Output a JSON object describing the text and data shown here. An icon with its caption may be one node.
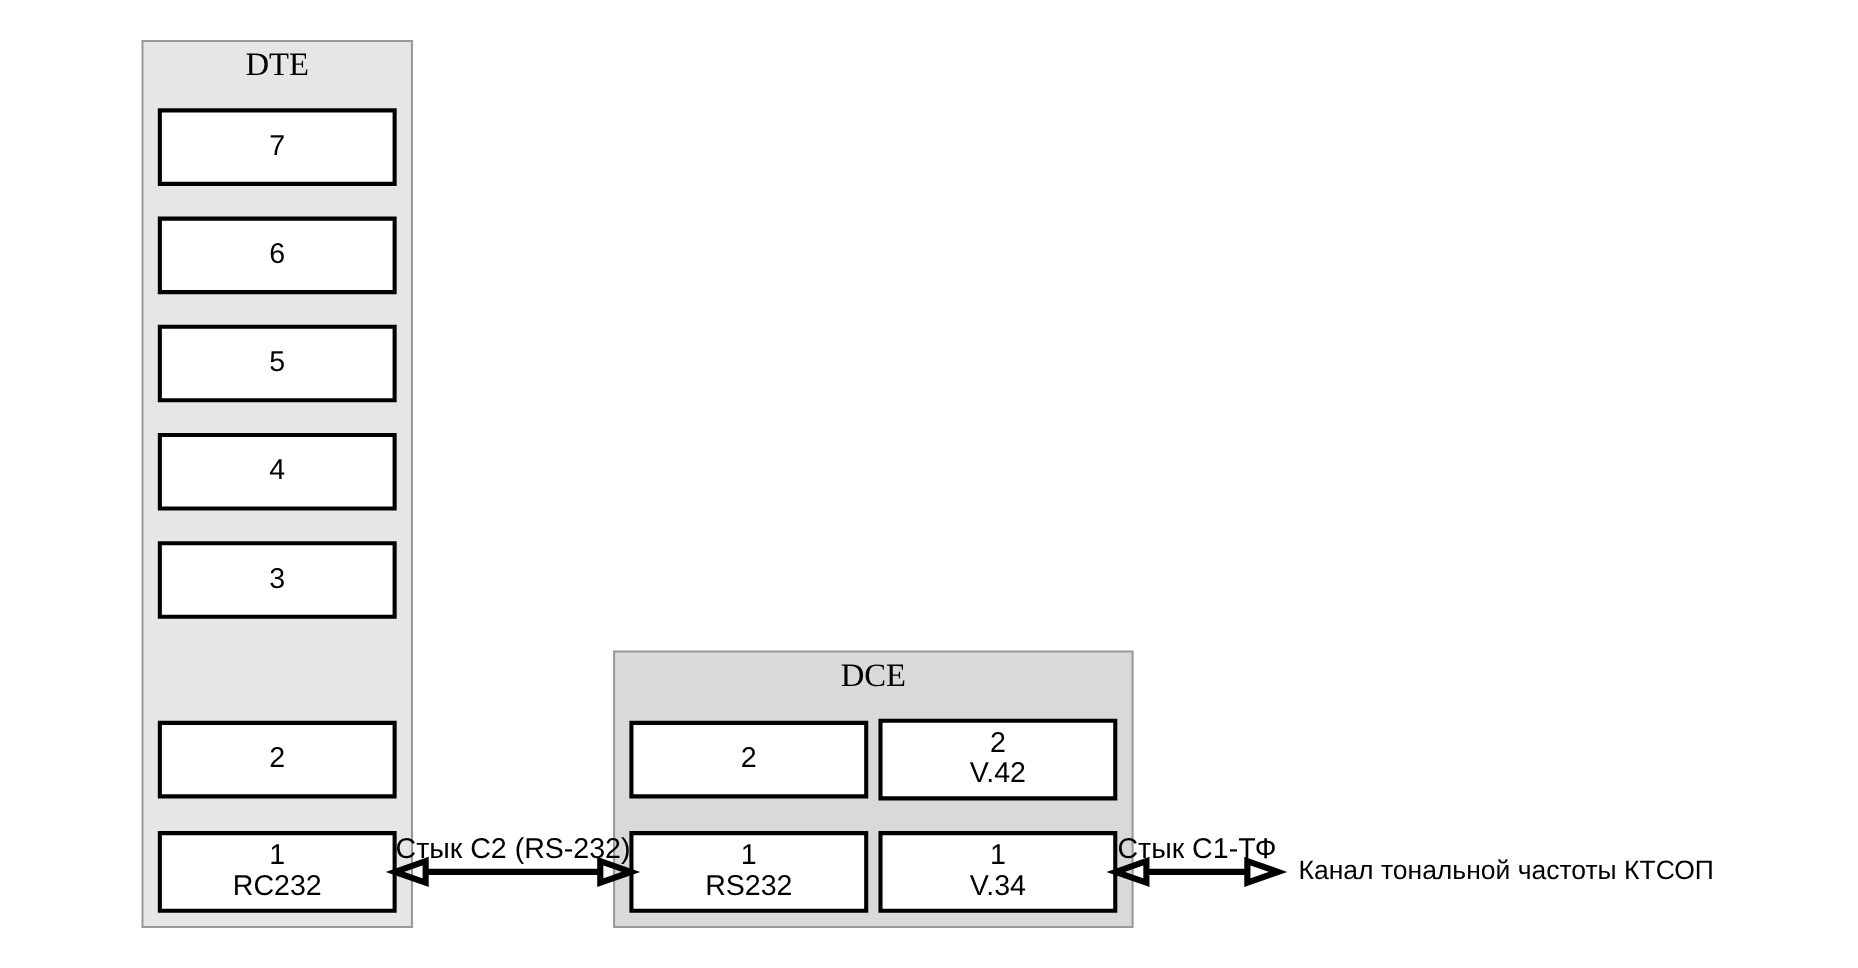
{
  "diagram": {
    "nodes": [
      {
        "text": [
          "DTE"
        ]
      },
      {
        "text": [
          "7"
        ],
        "in": 0
      },
      {
        "text": [
          "6"
        ],
        "in": 0
      },
      {
        "text": [
          "5"
        ],
        "in": 0
      },
      {
        "text": [
          "4"
        ],
        "in": 0
      },
      {
        "text": [
          "3"
        ],
        "in": 0
      },
      {
        "text": [
          "2"
        ],
        "in": 0
      },
      {
        "text": [
          "1",
          "RC232"
        ],
        "in": 0
      },
      {
        "text": [
          "DCE"
        ]
      },
      {
        "text": [
          "2"
        ],
        "in": 8
      },
      {
        "text": [
          "2",
          "V.42"
        ],
        "in": 8
      },
      {
        "text": [
          "1",
          "RS232"
        ],
        "in": 8
      },
      {
        "text": [
          "1",
          "V.34"
        ],
        "in": 8
      },
      {
        "text": [
          "Канал тональной частоты КТСОП"
        ]
      }
    ],
    "edges": [
      {
        "from": 7,
        "to": 11,
        "arrow": "both",
        "label": "Стык С2 (RS-232)"
      },
      {
        "from": 12,
        "to": 13,
        "arrow": "both",
        "label": "Стык С1-ТФ"
      }
    ]
  }
}
